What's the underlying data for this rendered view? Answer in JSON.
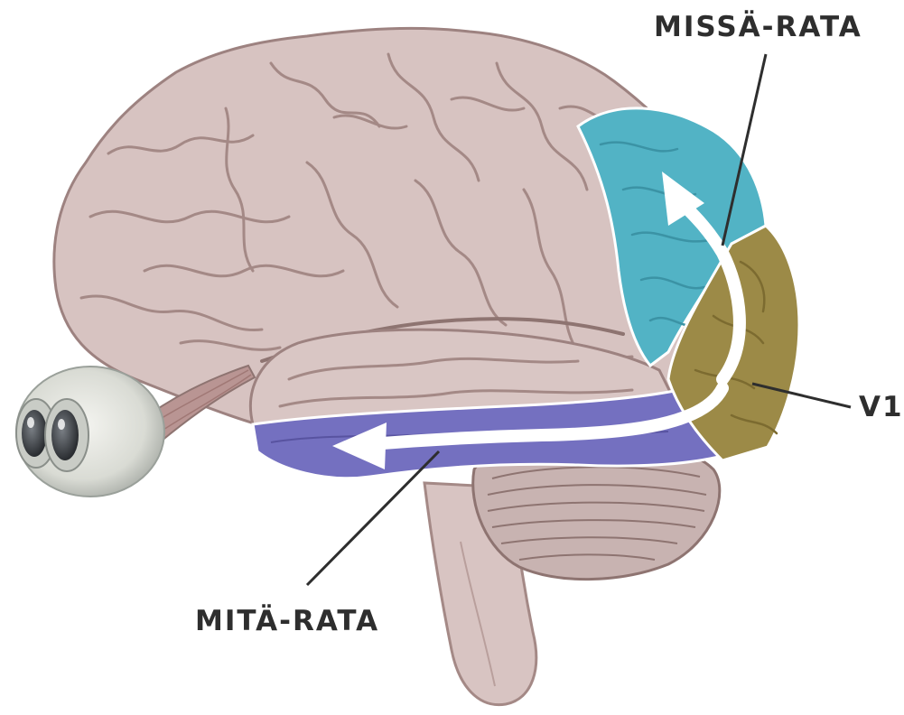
{
  "labels": {
    "where_pathway": "MISSÄ-RATA",
    "v1": "V1",
    "what_pathway": "MITÄ-RATA"
  },
  "colors": {
    "background": "#ffffff",
    "cortex": "#d7c3c1",
    "cortex_fold": "#a48986",
    "parietal_region": "#52b3c5",
    "temporal_region": "#7470c0",
    "v1_region": "#9c8a47",
    "arrow": "#ffffff",
    "label_text": "#2e2e2e"
  },
  "icons": [
    "brain-illustration",
    "eyeball",
    "optic-nerve",
    "cerebellum",
    "brainstem",
    "dorsal-arrow",
    "ventral-arrow"
  ]
}
